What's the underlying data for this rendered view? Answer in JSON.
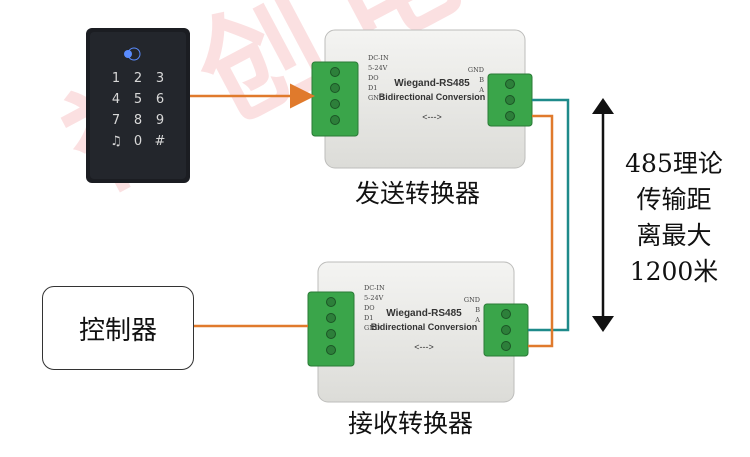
{
  "watermark": "誉创电子",
  "sender": {
    "caption": "发送转换器",
    "model": "Wiegand-RS485",
    "subtitle": "Bidirectional Conversion",
    "arrow_text": "<--->",
    "left_pins": [
      "DC-IN",
      "5-24V",
      "DO",
      "D1",
      "GND"
    ],
    "right_pins": [
      "GND",
      "B",
      "A"
    ]
  },
  "receiver": {
    "caption": "接收转换器",
    "model": "Wiegand-RS485",
    "subtitle": "Bidirectional Conversion",
    "arrow_text": "<--->",
    "left_pins": [
      "DC-IN",
      "5-24V",
      "DO",
      "D1",
      "GND"
    ],
    "right_pins": [
      "GND",
      "B",
      "A"
    ]
  },
  "controller": {
    "label": "控制器"
  },
  "keypad": {
    "keys": [
      "1",
      "2",
      "3",
      "4",
      "5",
      "6",
      "7",
      "8",
      "9",
      "♫",
      "0",
      "#"
    ]
  },
  "distance_note": {
    "lines": [
      "485理论",
      "传输距",
      "离最大",
      "1200米"
    ]
  },
  "colors": {
    "wiegand_wire": "#e07a2c",
    "rs485_a_wire": "#e07a2c",
    "rs485_b_wire": "#1e8a8a",
    "terminal_green": "#3aa54a",
    "arrow": "#111111",
    "watermark": "#e63c46"
  }
}
